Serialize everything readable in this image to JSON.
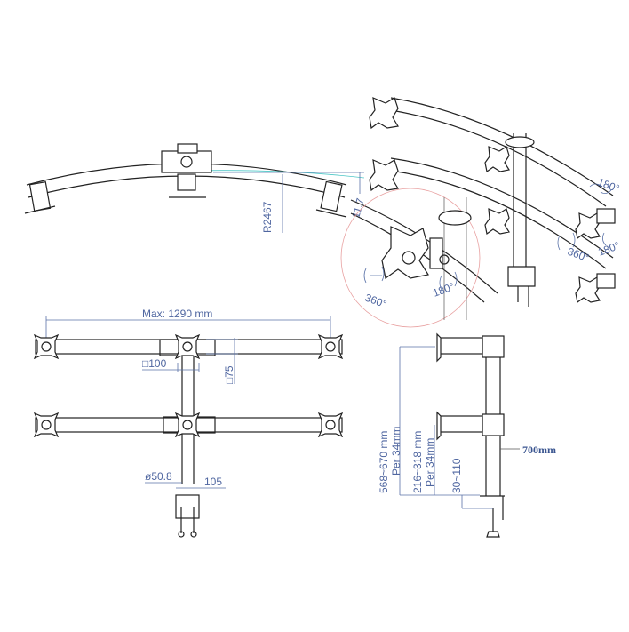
{
  "top_view": {
    "radius_label": "R2467",
    "angle_label": "11.7"
  },
  "iso_view": {
    "rotation_labels": [
      "360°",
      "180°",
      "180°",
      "360°",
      "180°"
    ]
  },
  "front_view": {
    "max_width_label": "Max: 1290 mm",
    "vesa_100_label": "□100",
    "vesa_75_label": "□75",
    "pole_diameter_label": "ø50.8",
    "clamp_width_label": "105"
  },
  "side_view": {
    "upper_height_label": "568~670  mm",
    "upper_step_label": "Per  34mm",
    "lower_height_label": "216~318  mm",
    "lower_step_label": "Per  34mm",
    "clamp_range_label": "30~110",
    "pole_height_label": "700mm"
  }
}
